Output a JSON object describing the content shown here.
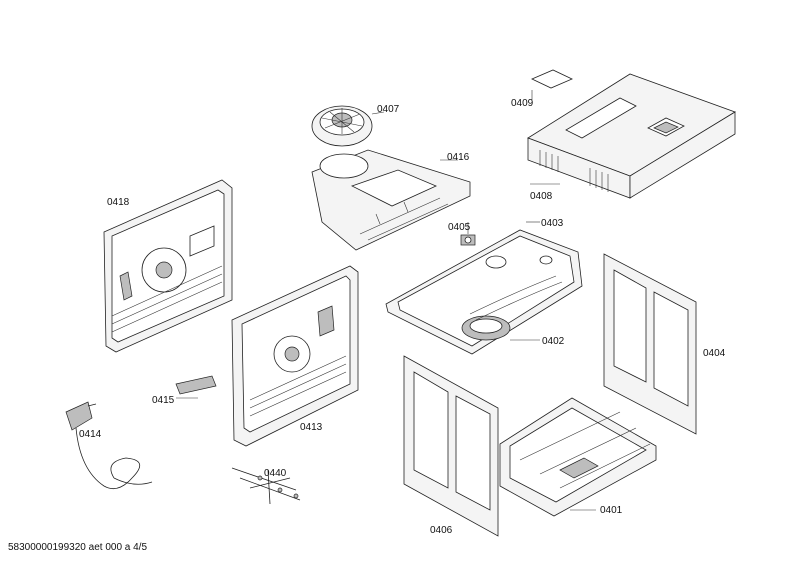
{
  "labels": {
    "p0401": "0401",
    "p0402": "0402",
    "p0403": "0403",
    "p0404": "0404",
    "p0405": "0405",
    "p0406": "0406",
    "p0407": "0407",
    "p0408": "0408",
    "p0409": "0409",
    "p0413": "0413",
    "p0414": "0414",
    "p0415": "0415",
    "p0416": "0416",
    "p0418": "0418",
    "p0440": "0440"
  },
  "footer": "58300000199320 aet 000 a 4/5"
}
